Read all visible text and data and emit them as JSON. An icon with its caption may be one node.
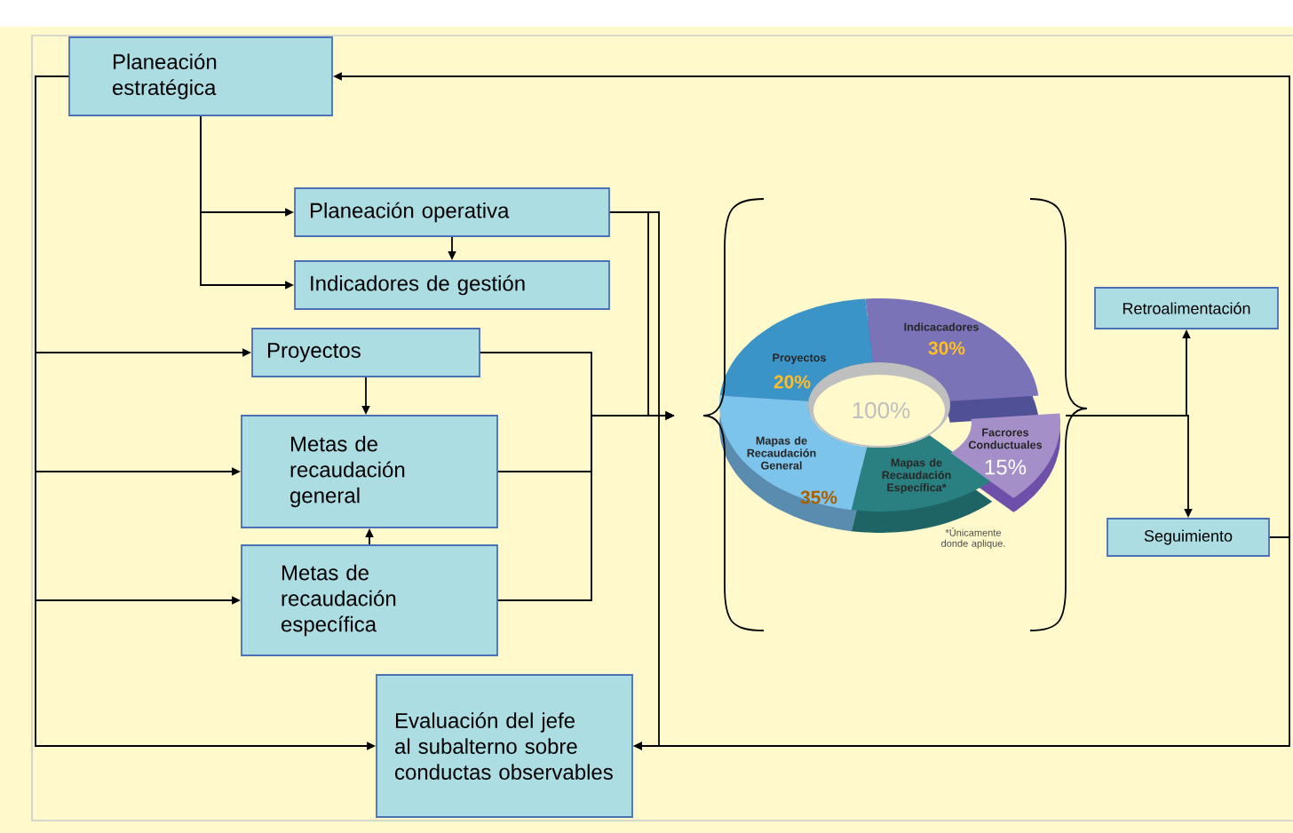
{
  "diagram": {
    "nodes": [
      {
        "text": [
          "Planeación estratégica"
        ]
      },
      {
        "text": [
          "Planeación operativa"
        ]
      },
      {
        "text": [
          "Indicadores de gestión"
        ]
      },
      {
        "text": [
          "Proyectos"
        ]
      },
      {
        "text": [
          "Metas de recaudación general"
        ]
      },
      {
        "text": [
          "Metas de recaudación específica"
        ]
      },
      {
        "text": [
          "Evaluación del jefe al subalterno sobre conductas observables"
        ]
      },
      {
        "text": [],
        "shape": "picture"
      },
      {
        "text": [
          "Retroalimentación"
        ]
      },
      {
        "text": [
          "Seguimiento"
        ]
      }
    ],
    "edges": [
      {
        "from": 0,
        "to": 1,
        "arrow": "to"
      },
      {
        "from": 0,
        "to": 2,
        "arrow": "to"
      },
      {
        "from": 1,
        "to": 2,
        "arrow": "to"
      },
      {
        "from": 0,
        "to": 3,
        "arrow": "to"
      },
      {
        "from": 0,
        "to": 4,
        "arrow": "to"
      },
      {
        "from": 0,
        "to": 5,
        "arrow": "to"
      },
      {
        "from": 0,
        "to": 6,
        "arrow": "to"
      },
      {
        "from": 3,
        "to": 4,
        "arrow": "to"
      },
      {
        "from": 5,
        "to": 4,
        "arrow": "to"
      },
      {
        "from": 1,
        "to": 7,
        "arrow": "to"
      },
      {
        "from": 3,
        "to": 7,
        "arrow": "to"
      },
      {
        "from": 4,
        "to": 7,
        "arrow": "to"
      },
      {
        "from": 5,
        "to": 7,
        "arrow": "to"
      },
      {
        "from": 1,
        "to": 6,
        "arrow": "to"
      },
      {
        "from": 7,
        "to": 8,
        "arrow": "to"
      },
      {
        "from": 7,
        "to": 9,
        "arrow": "to"
      },
      {
        "from": 9,
        "to": 0,
        "arrow": "to"
      },
      {
        "from": 9,
        "to": 6,
        "arrow": "to"
      }
    ],
    "labels": [
      "Indicacadores",
      "30%",
      "Proyectos",
      "20%",
      "100%",
      "Facrores Conductuales",
      "15%",
      "Mapas de Recaudación General",
      "Mapas de Recaudación Específica*",
      "35%",
      "*Únicamente donde aplique."
    ]
  }
}
